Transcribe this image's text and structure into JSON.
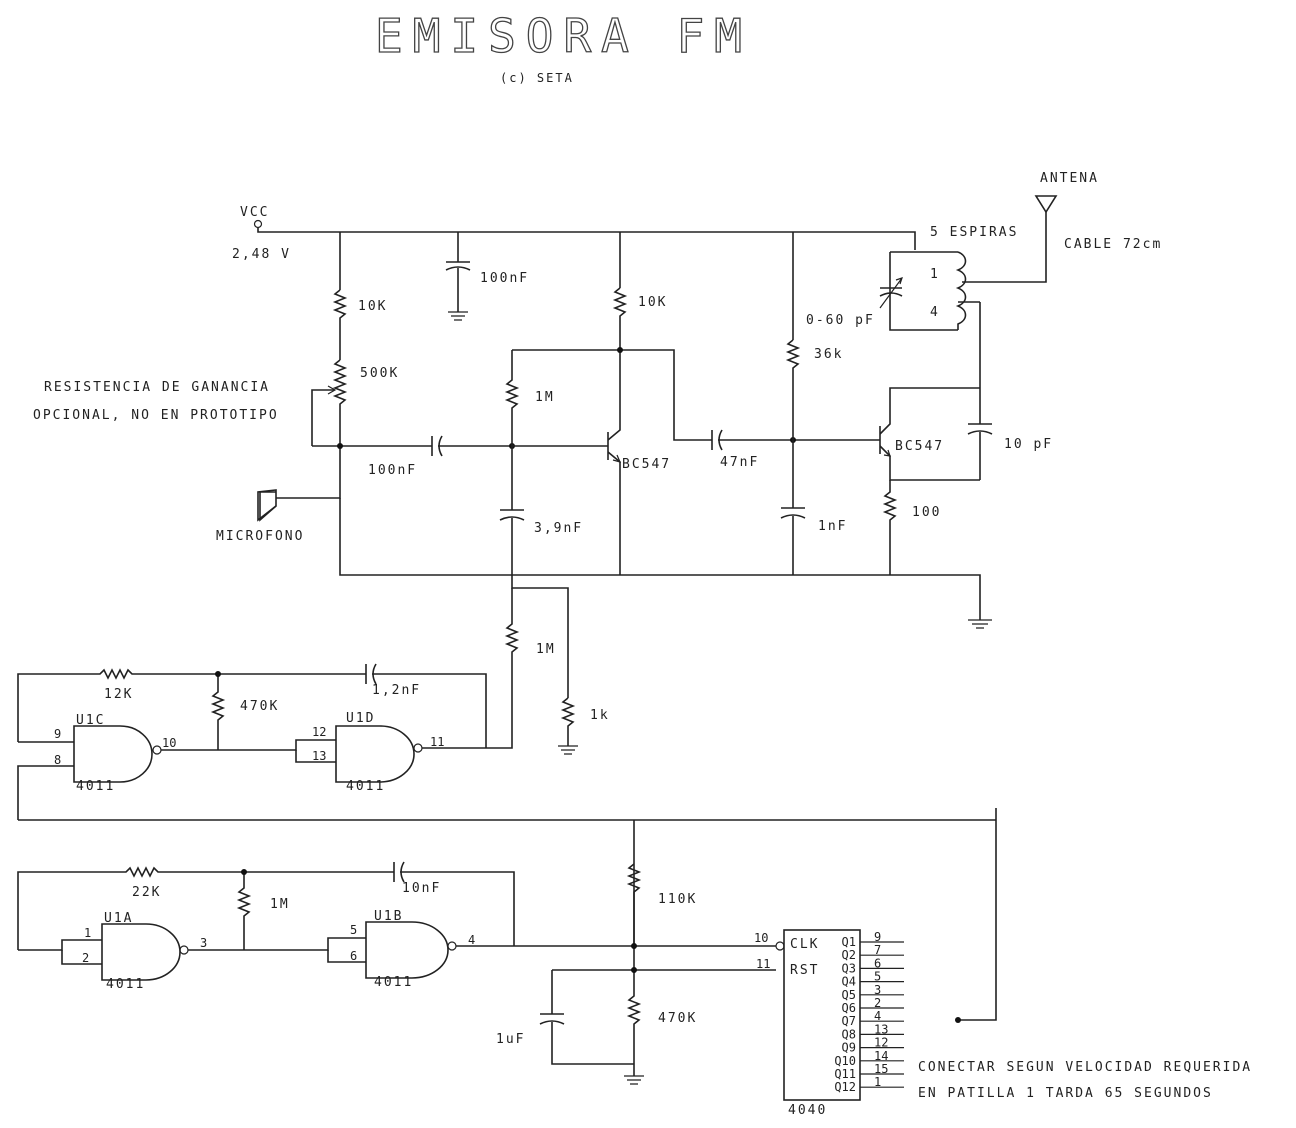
{
  "title": "EMISORA FM",
  "subtitle": "(c) SETA",
  "labels": {
    "vcc": "VCC",
    "vcc_voltage": "2,48 V",
    "antena": "ANTENA",
    "cable": "CABLE 72cm",
    "espiras": "5 ESPIRAS",
    "coil_pin1": "1",
    "coil_pin4": "4",
    "trimmer": "0-60 pF",
    "c_100nf_top": "100nF",
    "r_10k_a": "10K",
    "r_500k": "500K",
    "r_10k_b": "10K",
    "r_36k": "36k",
    "r_1m_a": "1M",
    "c_100nf_in": "100nF",
    "q1": "BC547",
    "c_47nf": "47nF",
    "q2": "BC547",
    "c_10pf": "10 pF",
    "c_3_9nf": "3,9nF",
    "c_1nf": "1nF",
    "r_100": "100",
    "gain_note_1": "RESISTENCIA DE GANANCIA",
    "gain_note_2": "OPCIONAL, NO EN PROTOTIPO",
    "mic": "MICROFONO",
    "r_1m_b": "1M",
    "r_1k": "1k",
    "r_12k": "12K",
    "r_470k_a": "470K",
    "c_1_2nf": "1,2nF",
    "u1c": "U1C",
    "u1d": "U1D",
    "u1c_part": "4011",
    "u1d_part": "4011",
    "pin9": "9",
    "pin8": "8",
    "pin10": "10",
    "pin12": "12",
    "pin13": "13",
    "pin11": "11",
    "r_22k": "22K",
    "r_1m_c": "1M",
    "c_10nf": "10nF",
    "u1a": "U1A",
    "u1b": "U1B",
    "u1a_part": "4011",
    "u1b_part": "4011",
    "pin1": "1",
    "pin2": "2",
    "pin3": "3",
    "pin5": "5",
    "pin6": "6",
    "pin4": "4",
    "r_110k": "110K",
    "r_470k_b": "470K",
    "c_1uf": "1uF",
    "ic_4040": "4040",
    "clk_pin": "10",
    "rst_pin": "11",
    "clk": "CLK",
    "rst": "RST",
    "note_1": "CONECTAR SEGUN VELOCIDAD REQUERIDA",
    "note_2": "EN PATILLA 1 TARDA 65 SEGUNDOS"
  },
  "counter_outputs": [
    {
      "name": "Q1",
      "pin": "9"
    },
    {
      "name": "Q2",
      "pin": "7"
    },
    {
      "name": "Q3",
      "pin": "6"
    },
    {
      "name": "Q4",
      "pin": "5"
    },
    {
      "name": "Q5",
      "pin": "3"
    },
    {
      "name": "Q6",
      "pin": "2"
    },
    {
      "name": "Q7",
      "pin": "4"
    },
    {
      "name": "Q8",
      "pin": "13"
    },
    {
      "name": "Q9",
      "pin": "12"
    },
    {
      "name": "Q10",
      "pin": "14"
    },
    {
      "name": "Q11",
      "pin": "15"
    },
    {
      "name": "Q12",
      "pin": "1"
    }
  ]
}
